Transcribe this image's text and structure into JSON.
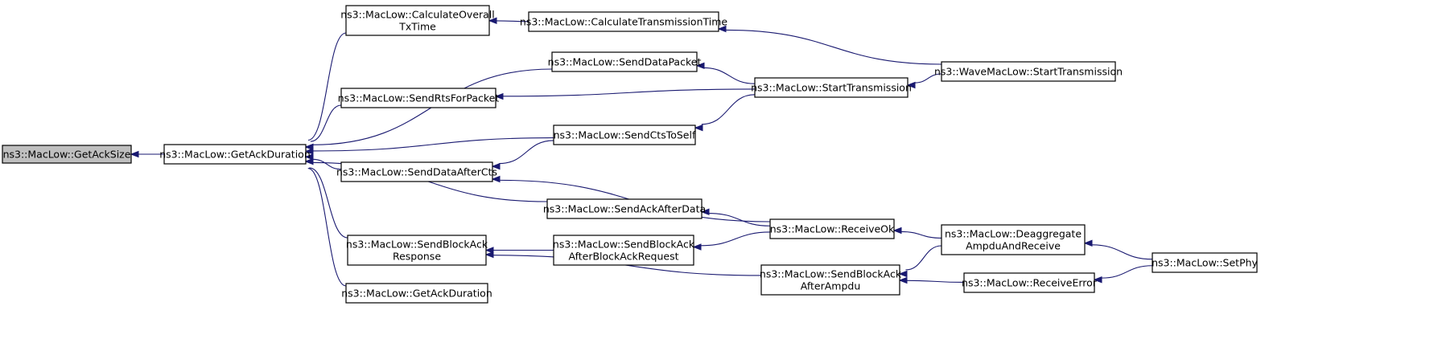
{
  "colors": {
    "edge": "#191970",
    "node_fill": "#ffffff",
    "highlight_fill": "#bfbfbf",
    "border": "#000000"
  },
  "nodes": [
    {
      "id": "n0",
      "lines": [
        "ns3::MacLow::GetAckSize"
      ],
      "highlight": true
    },
    {
      "id": "n1",
      "lines": [
        "ns3::MacLow::GetAckDuration"
      ]
    },
    {
      "id": "n2",
      "lines": [
        "ns3::MacLow::CalculateOverall",
        "TxTime"
      ]
    },
    {
      "id": "n3",
      "lines": [
        "ns3::MacLow::CalculateTransmissionTime"
      ]
    },
    {
      "id": "n4",
      "lines": [
        "ns3::WaveMacLow::StartTransmission"
      ]
    },
    {
      "id": "n5",
      "lines": [
        "ns3::MacLow::SendDataPacket"
      ]
    },
    {
      "id": "n6",
      "lines": [
        "ns3::MacLow::StartTransmission"
      ]
    },
    {
      "id": "n7",
      "lines": [
        "ns3::MacLow::SendRtsForPacket"
      ]
    },
    {
      "id": "n8",
      "lines": [
        "ns3::MacLow::SendCtsToSelf"
      ]
    },
    {
      "id": "n9",
      "lines": [
        "ns3::MacLow::SendDataAfterCts"
      ]
    },
    {
      "id": "n10",
      "lines": [
        "ns3::MacLow::SendAckAfterData"
      ]
    },
    {
      "id": "n11",
      "lines": [
        "ns3::MacLow::ReceiveOk"
      ]
    },
    {
      "id": "n12",
      "lines": [
        "ns3::MacLow::Deaggregate",
        "AmpduAndReceive"
      ]
    },
    {
      "id": "n13",
      "lines": [
        "ns3::MacLow::SetPhy"
      ]
    },
    {
      "id": "n14",
      "lines": [
        "ns3::MacLow::SendBlockAck",
        "Response"
      ]
    },
    {
      "id": "n15",
      "lines": [
        "ns3::MacLow::SendBlockAck",
        "AfterBlockAckRequest"
      ]
    },
    {
      "id": "n16",
      "lines": [
        "ns3::MacLow::SendBlockAck",
        "AfterAmpdu"
      ]
    },
    {
      "id": "n17",
      "lines": [
        "ns3::MacLow::ReceiveError"
      ]
    },
    {
      "id": "n18",
      "lines": [
        "ns3::MacLow::GetAckDuration"
      ]
    }
  ],
  "edges": [
    {
      "from": "n1",
      "to": "n0"
    },
    {
      "from": "n2",
      "to": "n1"
    },
    {
      "from": "n5",
      "to": "n1"
    },
    {
      "from": "n7",
      "to": "n1"
    },
    {
      "from": "n8",
      "to": "n1"
    },
    {
      "from": "n9",
      "to": "n1"
    },
    {
      "from": "n10",
      "to": "n1"
    },
    {
      "from": "n14",
      "to": "n1"
    },
    {
      "from": "n18",
      "to": "n1"
    },
    {
      "from": "n3",
      "to": "n2"
    },
    {
      "from": "n4",
      "to": "n3"
    },
    {
      "from": "n6",
      "to": "n5"
    },
    {
      "from": "n4",
      "to": "n6"
    },
    {
      "from": "n6",
      "to": "n7"
    },
    {
      "from": "n6",
      "to": "n8"
    },
    {
      "from": "n8",
      "to": "n9"
    },
    {
      "from": "n11",
      "to": "n9"
    },
    {
      "from": "n11",
      "to": "n10"
    },
    {
      "from": "n12",
      "to": "n11"
    },
    {
      "from": "n13",
      "to": "n12"
    },
    {
      "from": "n15",
      "to": "n14"
    },
    {
      "from": "n16",
      "to": "n14"
    },
    {
      "from": "n11",
      "to": "n15"
    },
    {
      "from": "n12",
      "to": "n16"
    },
    {
      "from": "n17",
      "to": "n16"
    },
    {
      "from": "n13",
      "to": "n17"
    }
  ]
}
